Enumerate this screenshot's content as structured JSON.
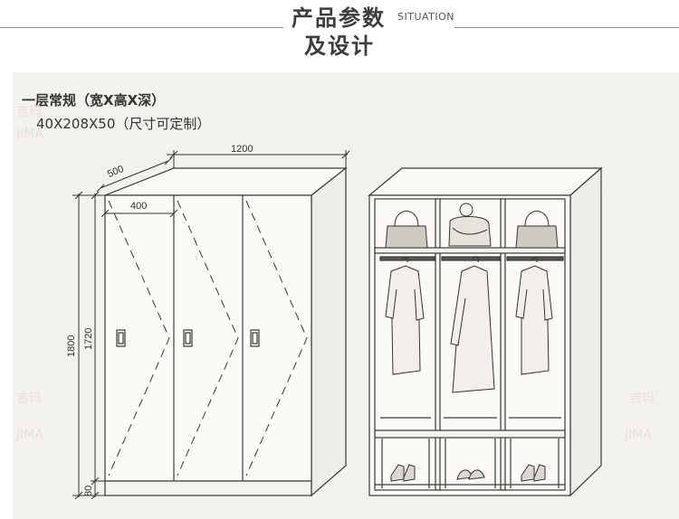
{
  "header": {
    "title_line1": "产品参数",
    "title_line2": "及设计",
    "subtitle": "SITUATION"
  },
  "spec": {
    "title": "一层常规（宽X高X深）",
    "size": "40X208X50（尺寸可定制）"
  },
  "dimensions": {
    "depth": "500",
    "width": "1200",
    "door_width": "400",
    "total_height": "1800",
    "body_height": "1720",
    "base_height": "80"
  },
  "watermark": {
    "cn": "吉玛",
    "en": "JIMA"
  },
  "colors": {
    "panel": "#f3f1ec",
    "line": "#3a3a3a",
    "text": "#333333"
  }
}
